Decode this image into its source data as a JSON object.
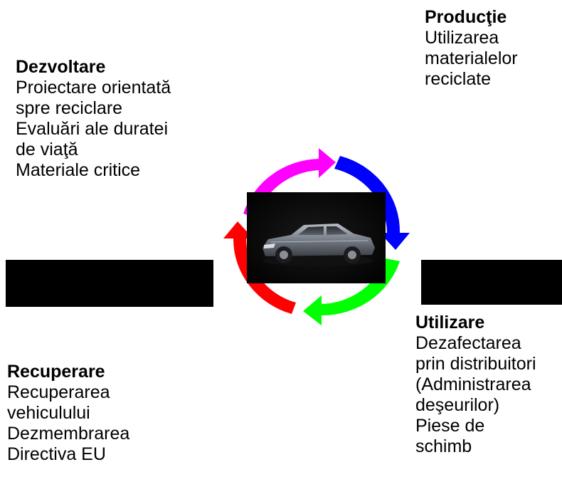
{
  "colors": {
    "top_left_arrow": "#ff00ff",
    "top_right_arrow": "#0000ff",
    "bottom_right_arrow": "#00ff00",
    "bottom_left_arrow": "#ff0000",
    "black_bar": "#000000"
  },
  "blocks": {
    "dezvoltare": {
      "title": "Dezvoltare",
      "lines": [
        "Proiectare orientată",
        "spre reciclare",
        "Evaluări ale duratei",
        "de viaţă",
        "Materiale critice"
      ]
    },
    "productie": {
      "title": "Producţie",
      "lines": [
        "Utilizarea",
        "materialelor",
        "reciclate"
      ]
    },
    "utilizare": {
      "title": "Utilizare",
      "lines": [
        "Dezafectarea",
        "prin distribuitori",
        "(Administrarea",
        "deşeurilor)",
        "Piese de",
        "schimb"
      ]
    },
    "recuperare": {
      "title": "Recuperare",
      "lines": [
        "Recuperarea",
        "vehiculului",
        "Dezmembrarea",
        "Directiva EU"
      ]
    }
  },
  "center_image": {
    "icon": "car-photo"
  }
}
